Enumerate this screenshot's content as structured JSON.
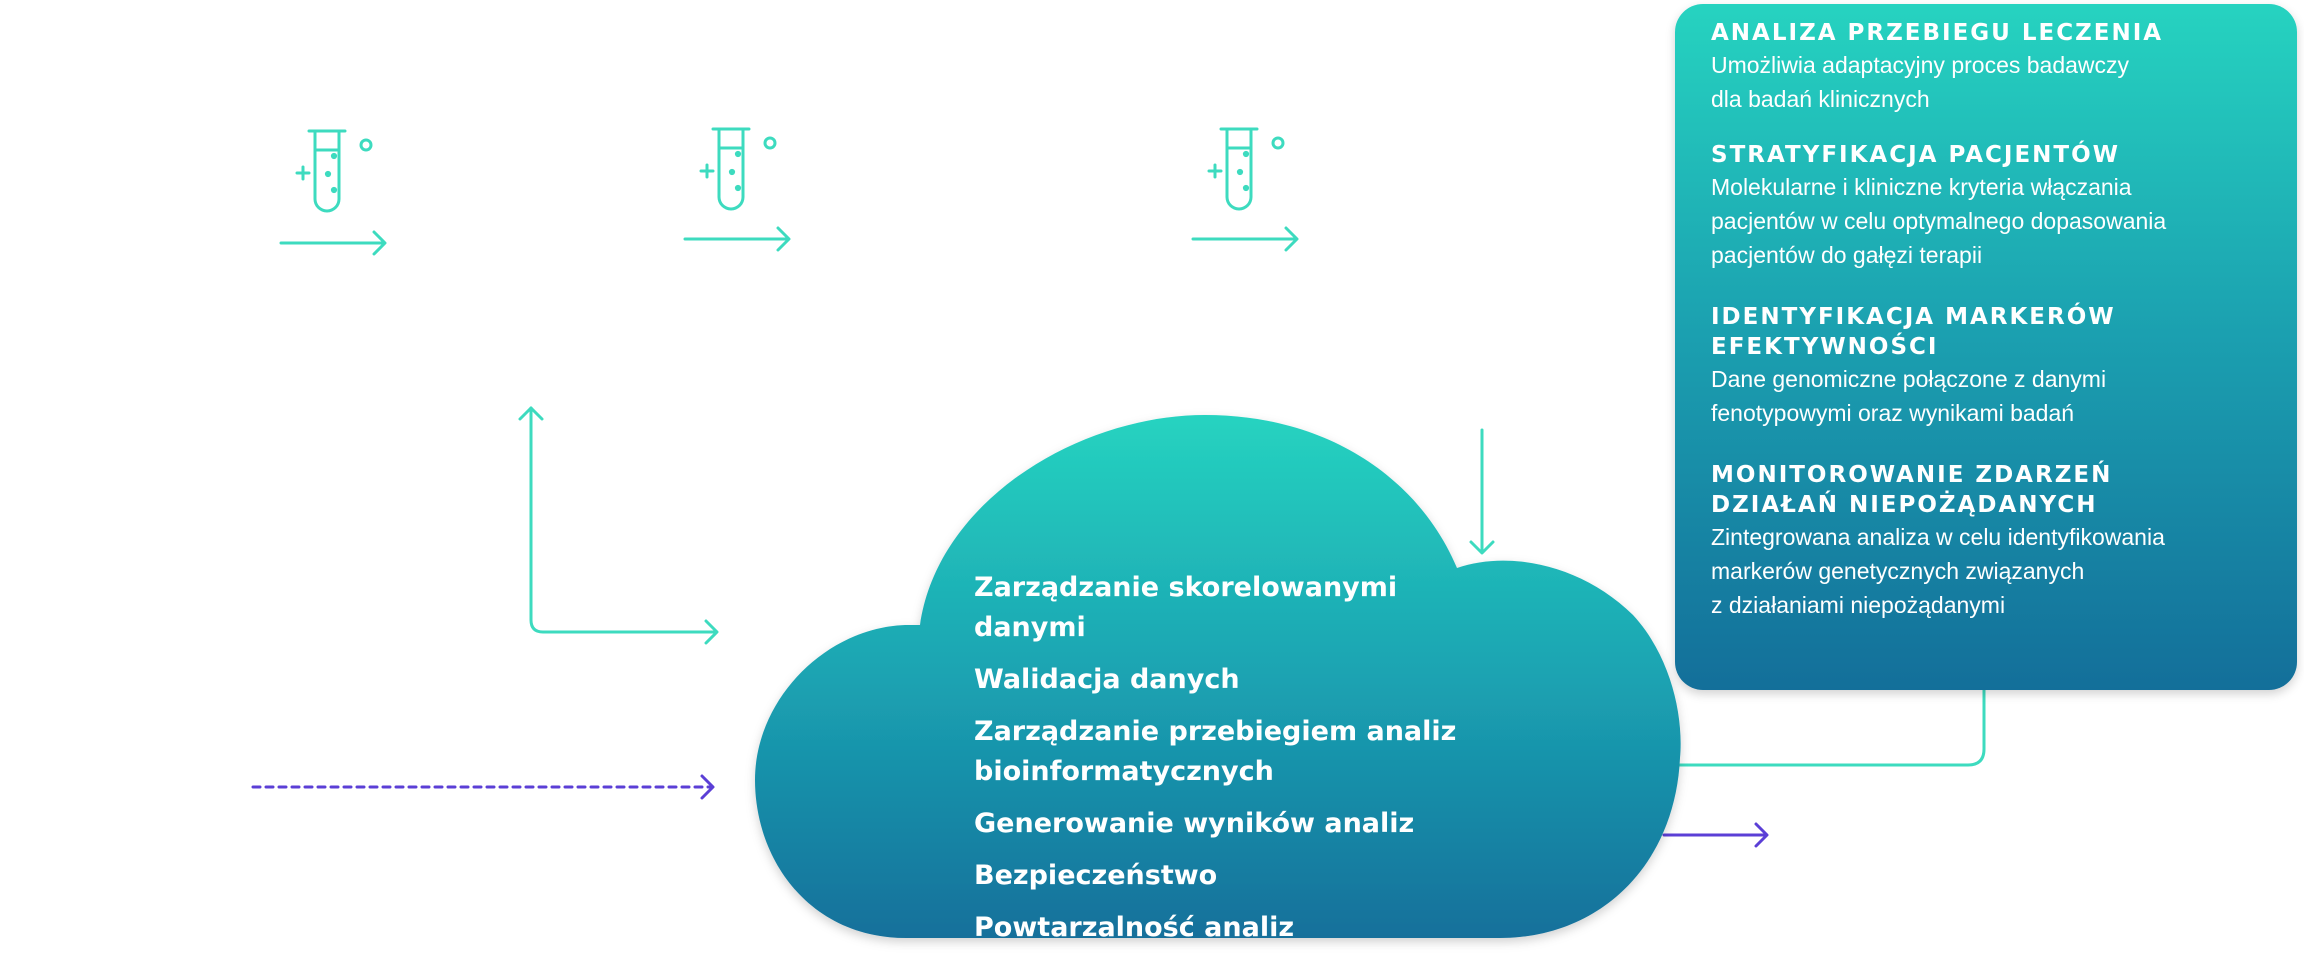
{
  "colors": {
    "teal": "#3ddbbf",
    "purple": "#5b3fd6",
    "gradient_top": "#26d3c0",
    "gradient_bottom": "#136f9a",
    "text_on_gradient": "#ffffff"
  },
  "icons": [
    "test-tube-icon",
    "test-tube-icon",
    "test-tube-icon"
  ],
  "cloud": {
    "items": [
      "Zarządzanie skorelowanymi danymi",
      "Walidacja danych",
      "Zarządzanie przebiegiem analiz\nbioinformatycznych",
      "Generowanie wyników analiz",
      "Bezpieczeństwo",
      "Powtarzalność analiz"
    ]
  },
  "panel": {
    "sections": [
      {
        "title": "ANALIZA PRZEBIEGU LECZENIA",
        "description": "Umożliwia adaptacyjny proces badawczy\ndla badań klinicznych"
      },
      {
        "title": "STRATYFIKACJA PACJENTÓW",
        "description": "Molekularne i kliniczne kryteria włączania\npacjentów w celu optymalnego dopasowania\npacjentów do gałęzi terapii"
      },
      {
        "title": "IDENTYFIKACJA MARKERÓW\nEFEKTYWNOŚCI",
        "description": "Dane genomiczne połączone z danymi\nfenotypowymi oraz wynikami badań"
      },
      {
        "title": "MONITOROWANIE ZDARZEŃ\nDZIAŁAŃ NIEPOŻĄDANYCH",
        "description": "Zintegrowana analiza w celu identyfikowania\nmarkerów genetycznych  związanych\nz działaniami niepożądanymi"
      }
    ]
  }
}
